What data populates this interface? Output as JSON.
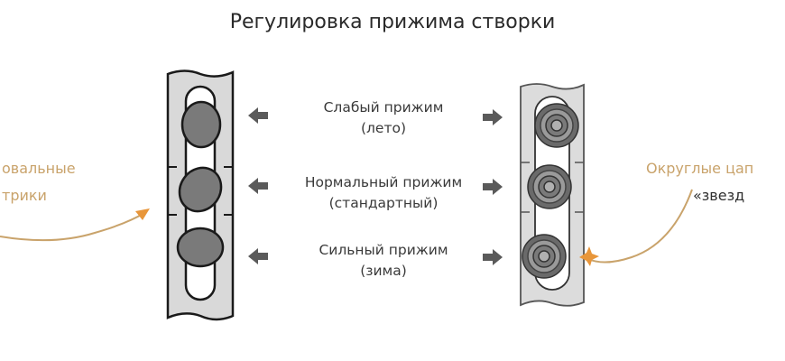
{
  "title": "Регулировка прижима створки",
  "levels": [
    {
      "line1": "Слабый прижим",
      "line2": "(лето)"
    },
    {
      "line1": "Нормальный прижим",
      "line2": "(стандартный)"
    },
    {
      "line1": "Сильный прижим",
      "line2": "(зима)"
    }
  ],
  "left_annotation": {
    "line1": "овальные",
    "line2": "трики"
  },
  "right_annotation": {
    "line1": "Округлые цап",
    "line2": "«звезд"
  },
  "colors": {
    "annotation": "#c9a36b",
    "arrow_accent": "#e8963a",
    "arrow_gray": "#5a5a5a",
    "bar_fill": "#d9d9d9",
    "cam_fill": "#7a7a7a"
  }
}
